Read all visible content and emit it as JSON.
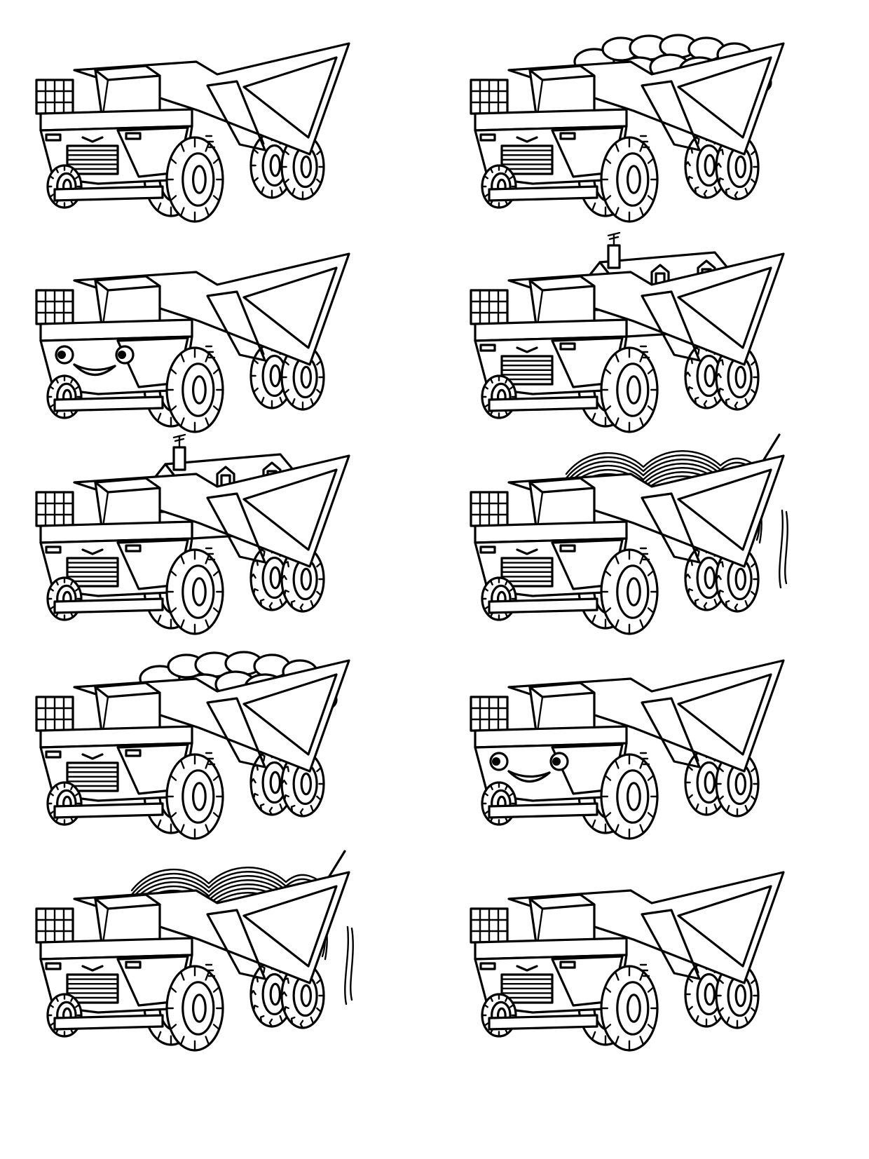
{
  "page": {
    "background": "#ffffff",
    "ink": "#000000"
  },
  "trucks": [
    {
      "column": "left",
      "row": 1,
      "variant": "plain",
      "icon": "dump-truck-icon"
    },
    {
      "column": "right",
      "row": 1,
      "variant": "rocks",
      "icon": "dump-truck-rocks-icon"
    },
    {
      "column": "left",
      "row": 2,
      "variant": "face",
      "icon": "dump-truck-smiling-face-icon"
    },
    {
      "column": "right",
      "row": 2,
      "variant": "house",
      "icon": "dump-truck-house-icon"
    },
    {
      "column": "left",
      "row": 3,
      "variant": "house",
      "icon": "dump-truck-house-icon"
    },
    {
      "column": "right",
      "row": 3,
      "variant": "spaghetti",
      "icon": "dump-truck-spaghetti-fork-icon"
    },
    {
      "column": "left",
      "row": 4,
      "variant": "rocks",
      "icon": "dump-truck-rocks-icon"
    },
    {
      "column": "right",
      "row": 4,
      "variant": "face",
      "icon": "dump-truck-smiling-face-icon"
    },
    {
      "column": "left",
      "row": 5,
      "variant": "spaghetti",
      "icon": "dump-truck-spaghetti-fork-icon"
    },
    {
      "column": "right",
      "row": 5,
      "variant": "plain",
      "icon": "dump-truck-icon"
    }
  ]
}
